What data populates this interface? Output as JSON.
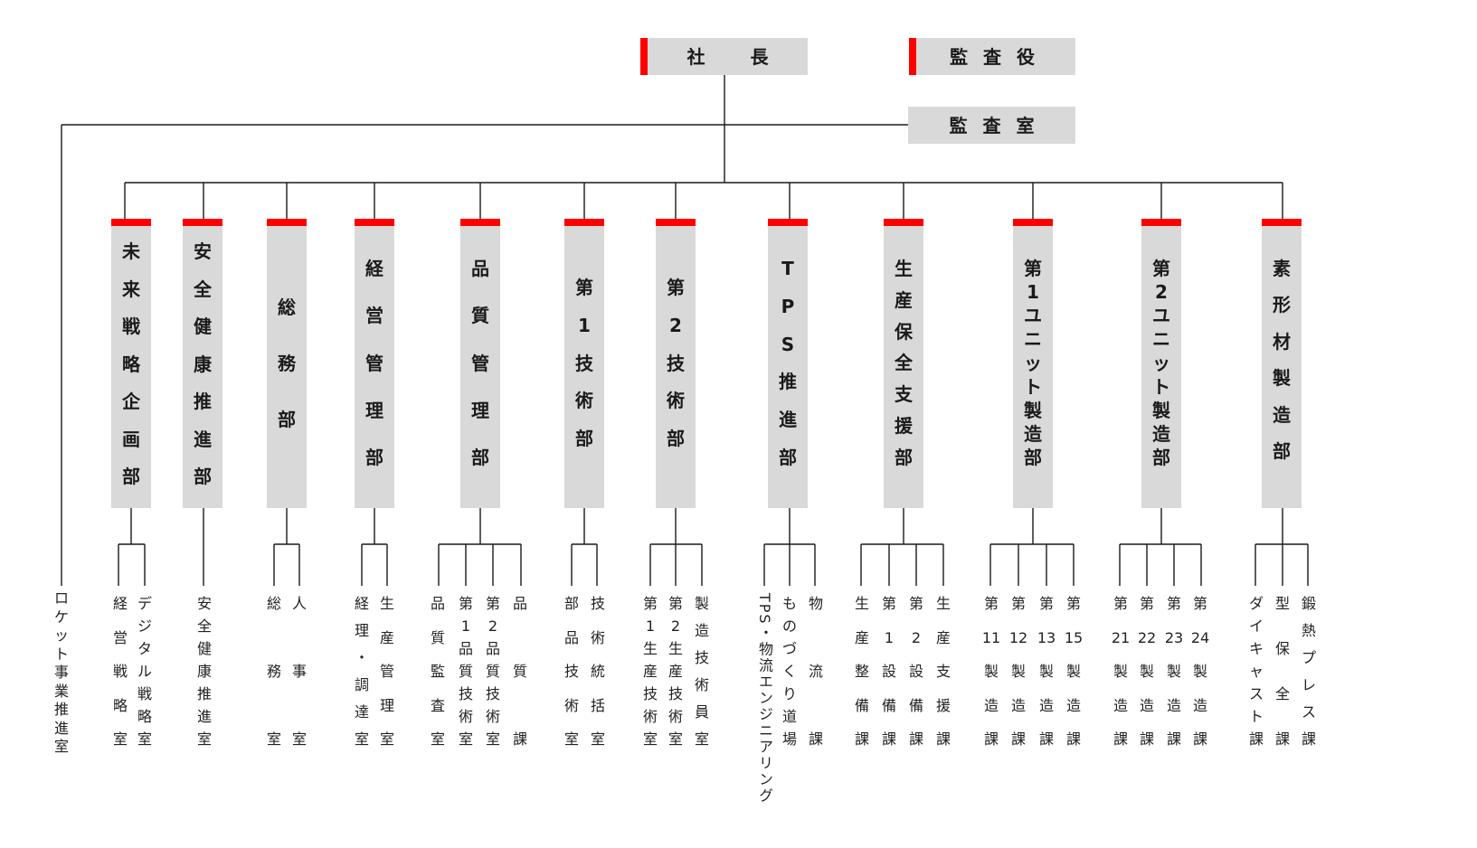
{
  "top": {
    "president": "社　長",
    "auditor": "監査役",
    "audit_office": "監査室"
  },
  "direct_unit": "ロケット事業推進室",
  "departments": [
    {
      "name": "未来戦略企画部",
      "units": [
        "経営戦略室",
        "デジタル戦略室"
      ]
    },
    {
      "name": "安全健康推進部",
      "units": [
        "安全健康推進室"
      ]
    },
    {
      "name": "総務部",
      "units": [
        "総務室",
        "人事室"
      ]
    },
    {
      "name": "経営管理部",
      "units": [
        "経理・調達室",
        "生産管理室"
      ]
    },
    {
      "name": "品質管理部",
      "units": [
        "品質監査室",
        "第1品質技術室",
        "第2品質技術室",
        "品質課"
      ]
    },
    {
      "name": "第1技術部",
      "units": [
        "部品技術室",
        "技術統括室"
      ]
    },
    {
      "name": "第2技術部",
      "units": [
        "第1生産技術室",
        "第2生産技術室",
        "製造技術員室"
      ]
    },
    {
      "name": "TPS推進部",
      "units": [
        "TPS・物流エンジニアリング",
        "ものづくり道場",
        "物流課"
      ]
    },
    {
      "name": "生産保全支援部",
      "units": [
        "生産整備課",
        "第1設備課",
        "第2設備課",
        "生産支援課"
      ]
    },
    {
      "name": "第1ユニット製造部",
      "units": [
        "第11製造課",
        "第12製造課",
        "第13製造課",
        "第15製造課"
      ]
    },
    {
      "name": "第2ユニット製造部",
      "units": [
        "第21製造課",
        "第22製造課",
        "第23製造課",
        "第24製造課"
      ]
    },
    {
      "name": "素形材製造部",
      "units": [
        "ダイキャスト課",
        "型保全課",
        "鍛熱プレス課"
      ]
    }
  ],
  "colors": {
    "accent": "#ff0000",
    "box_fill": "#d9d9d9",
    "line": "#1a1a1a"
  }
}
